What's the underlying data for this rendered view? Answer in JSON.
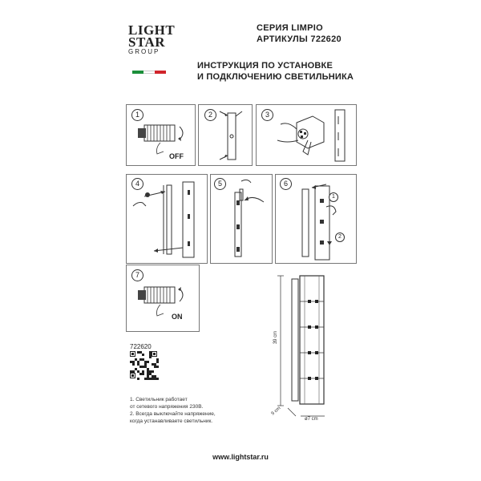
{
  "brand": {
    "line1": "LIGHT",
    "line2": "STAR",
    "line3": "GROUP",
    "flag_colors": [
      "#1b8f3a",
      "#ffffff",
      "#d0242b"
    ]
  },
  "header": {
    "series": "СЕРИЯ LIMPIO",
    "article": "АРТИКУЛЫ 722620",
    "title_line1": "ИНСТРУКЦИЯ ПО УСТАНОВКЕ",
    "title_line2": "И ПОДКЛЮЧЕНИЮ СВЕТИЛЬНИКА"
  },
  "steps": [
    {
      "number": "1",
      "label": "OFF"
    },
    {
      "number": "2"
    },
    {
      "number": "3"
    },
    {
      "number": "4"
    },
    {
      "number": "5"
    },
    {
      "number": "6",
      "callouts": [
        "1",
        "2"
      ]
    },
    {
      "number": "7",
      "label": "ON"
    }
  ],
  "product": {
    "article_code": "722620",
    "dim_height": "39 cm",
    "dim_depth": "9 cm",
    "dim_width": "ø7 cm"
  },
  "notes": [
    "1. Светильник работает",
    "от сетевого напряжения 230В.",
    "2. Всегда выключайте напряжение,",
    "когда устанавливаете светильник."
  ],
  "footer": {
    "url": "www.lightstar.ru"
  }
}
